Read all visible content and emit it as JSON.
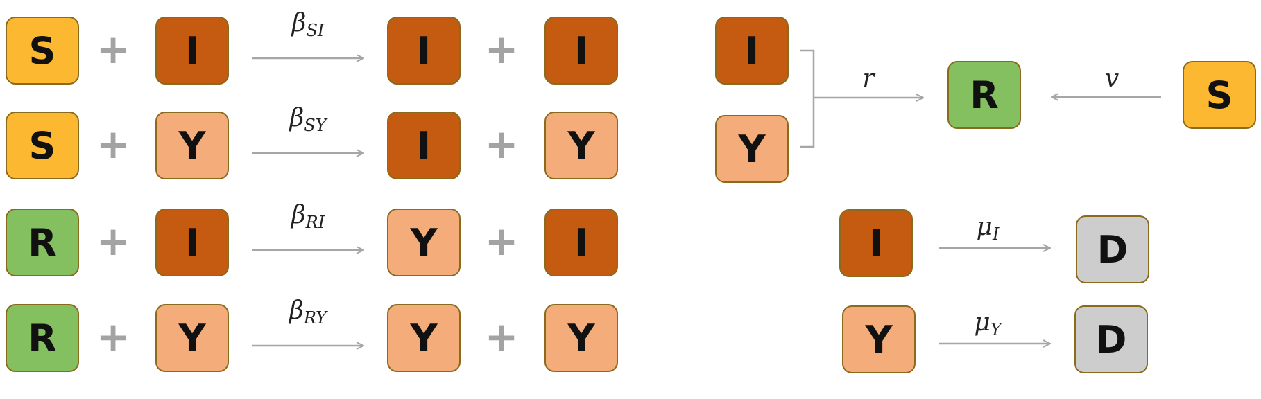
{
  "colors": {
    "S": "#fbb830",
    "I": "#c55a11",
    "Y": "#f4ac7a",
    "R": "#84bf60",
    "D": "#cdcdcd",
    "border": "#8a6a1d",
    "arrow": "#a6a6a6",
    "plus": "#a3a3a3"
  },
  "plus_sign": "+",
  "reactions": [
    {
      "reactants": [
        "S",
        "I"
      ],
      "rate": {
        "symbol": "β",
        "subscript": "SI"
      },
      "products": [
        "I",
        "I"
      ]
    },
    {
      "reactants": [
        "S",
        "Y"
      ],
      "rate": {
        "symbol": "β",
        "subscript": "SY"
      },
      "products": [
        "I",
        "Y"
      ]
    },
    {
      "reactants": [
        "R",
        "I"
      ],
      "rate": {
        "symbol": "β",
        "subscript": "RI"
      },
      "products": [
        "Y",
        "I"
      ]
    },
    {
      "reactants": [
        "R",
        "Y"
      ],
      "rate": {
        "symbol": "β",
        "subscript": "RY"
      },
      "products": [
        "Y",
        "Y"
      ]
    }
  ],
  "recovery": {
    "sources": [
      "I",
      "Y"
    ],
    "rate": {
      "symbol": "r",
      "subscript": ""
    },
    "target": "R"
  },
  "vaccination": {
    "source": "S",
    "rate": {
      "symbol": "v",
      "subscript": ""
    },
    "target": "R"
  },
  "deaths": [
    {
      "source": "I",
      "rate": {
        "symbol": "μ",
        "subscript": "I"
      },
      "target": "D"
    },
    {
      "source": "Y",
      "rate": {
        "symbol": "μ",
        "subscript": "Y"
      },
      "target": "D"
    }
  ]
}
